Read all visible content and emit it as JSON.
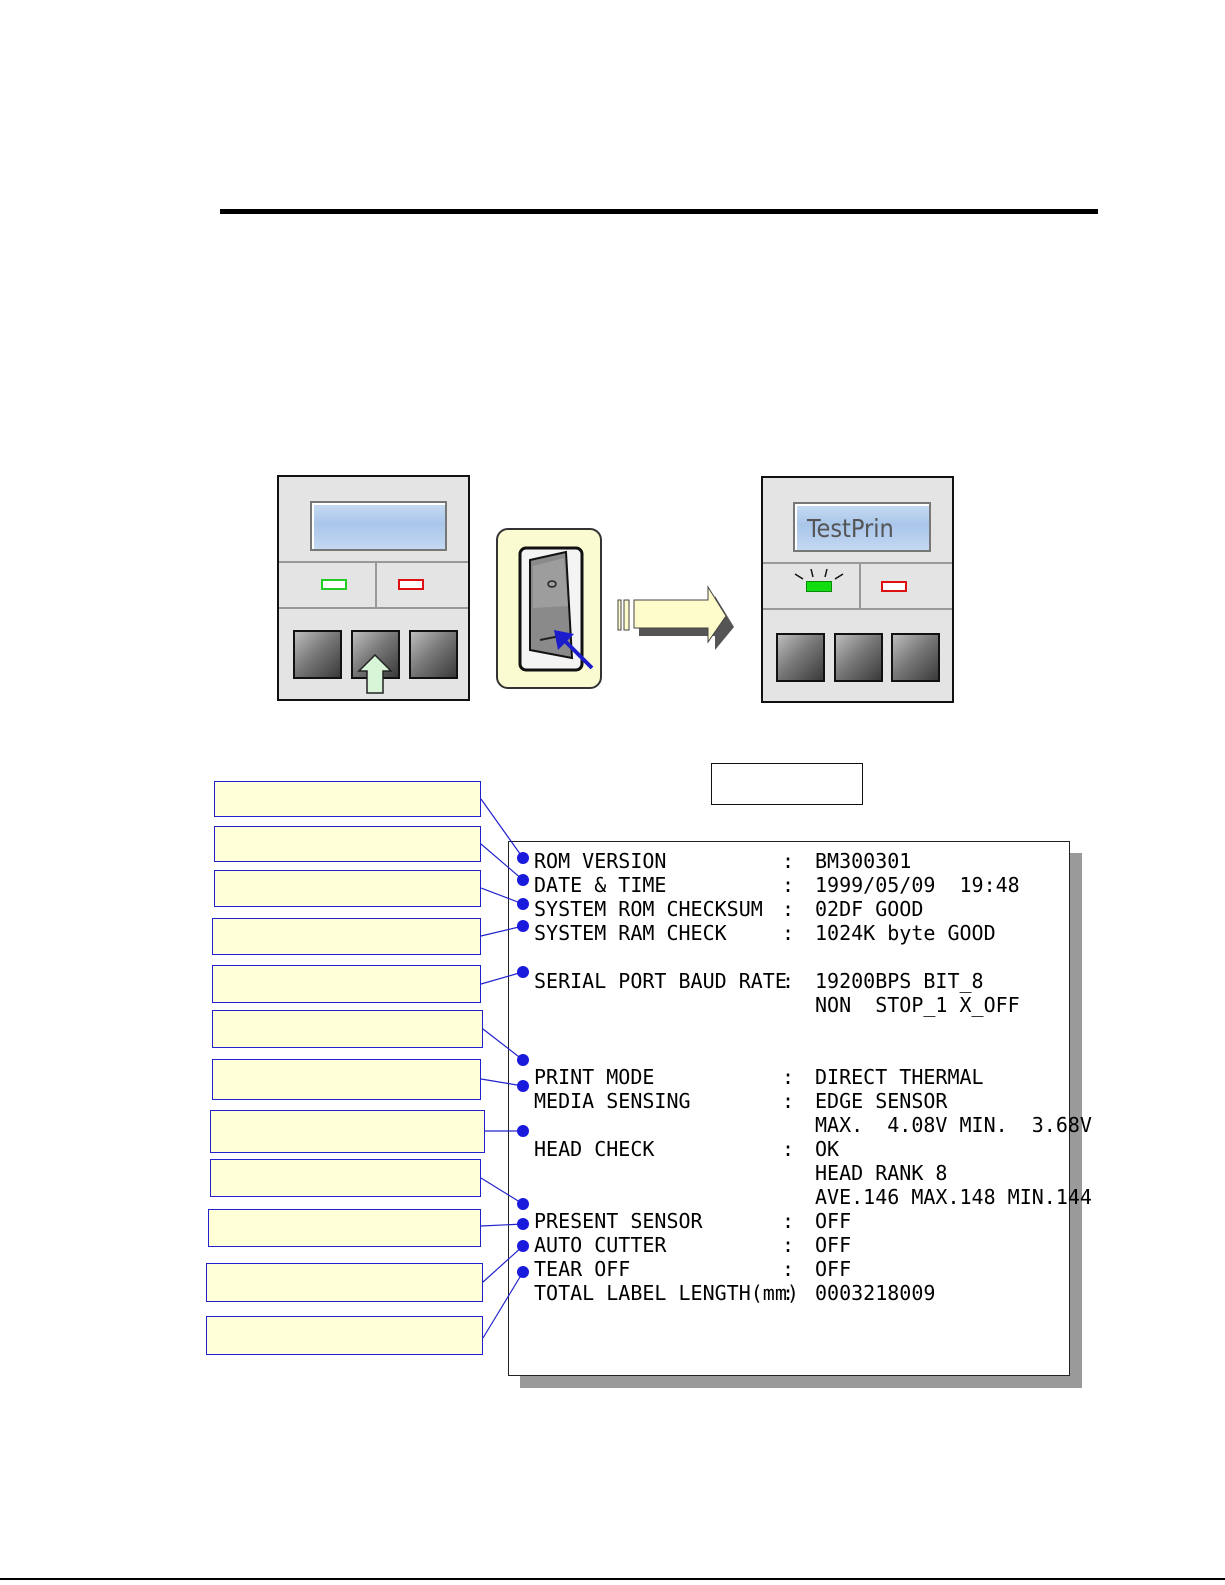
{
  "panel_before": {
    "lcd_text": ""
  },
  "panel_after": {
    "lcd_text": "TestPrin"
  },
  "printout": {
    "rows": [
      {
        "label": "ROM VERSION",
        "value": "BM300301"
      },
      {
        "label": "DATE & TIME",
        "value": "1999/05/09  19:48"
      },
      {
        "label": "SYSTEM ROM CHECKSUM",
        "value": "02DF GOOD"
      },
      {
        "label": "SYSTEM RAM CHECK",
        "value": "1024K byte GOOD"
      },
      {
        "label": "SERIAL PORT BAUD RATE",
        "value": "19200BPS BIT_8"
      },
      {
        "label": "",
        "value": "NON  STOP_1 X_OFF"
      },
      {
        "label": "PRINT MODE",
        "value": "DIRECT THERMAL"
      },
      {
        "label": "MEDIA SENSING",
        "value": "EDGE SENSOR"
      },
      {
        "label": "",
        "value": "MAX.  4.08V MIN.  3.68V"
      },
      {
        "label": "HEAD CHECK",
        "value": "OK"
      },
      {
        "label": "",
        "value": "HEAD RANK 8"
      },
      {
        "label": "",
        "value": "AVE.146 MAX.148 MIN.144"
      },
      {
        "label": "PRESENT SENSOR",
        "value": "OFF"
      },
      {
        "label": "AUTO CUTTER",
        "value": "OFF"
      },
      {
        "label": "TEAR OFF",
        "value": "OFF"
      },
      {
        "label": "TOTAL LABEL LENGTH(mm)",
        "value": "0003218009"
      }
    ],
    "separator": ":"
  },
  "colors": {
    "connector": "#2222cc",
    "bullet": "#1a1add",
    "caption_fill": "#ffffd8",
    "switch_fill": "#fbfbd2",
    "arrow_fill": "#fffccc",
    "key_arrow_fill": "#d8f5d8"
  },
  "icons": [
    "power-switch-icon",
    "pointer-arrow-icon",
    "right-arrow-icon",
    "up-arrow-icon",
    "led-blink-icon"
  ]
}
